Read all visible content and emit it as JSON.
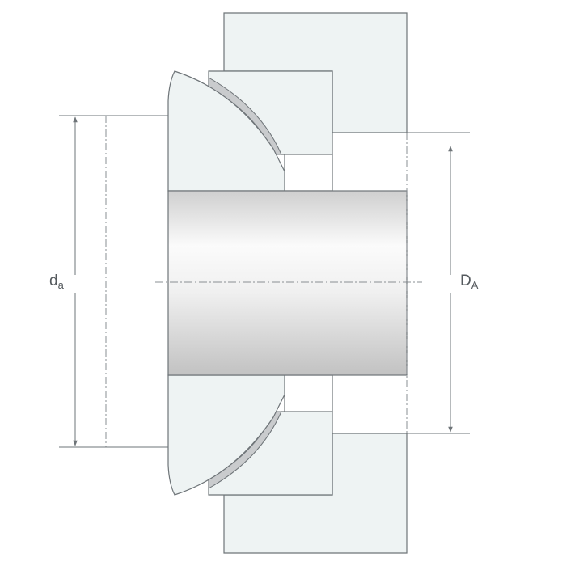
{
  "diagram": {
    "labels": {
      "left_main": "d",
      "left_sub": "a",
      "right_main": "D",
      "right_sub": "A"
    },
    "colors": {
      "part_fill": "#eef3f3",
      "outline": "#6e7478",
      "liner": "#c9cbcd",
      "dim_line": "#6e7478",
      "text": "#555a5e",
      "shaft_light": "#fbfbfb",
      "shaft_dark": "#c4c4c4"
    }
  }
}
